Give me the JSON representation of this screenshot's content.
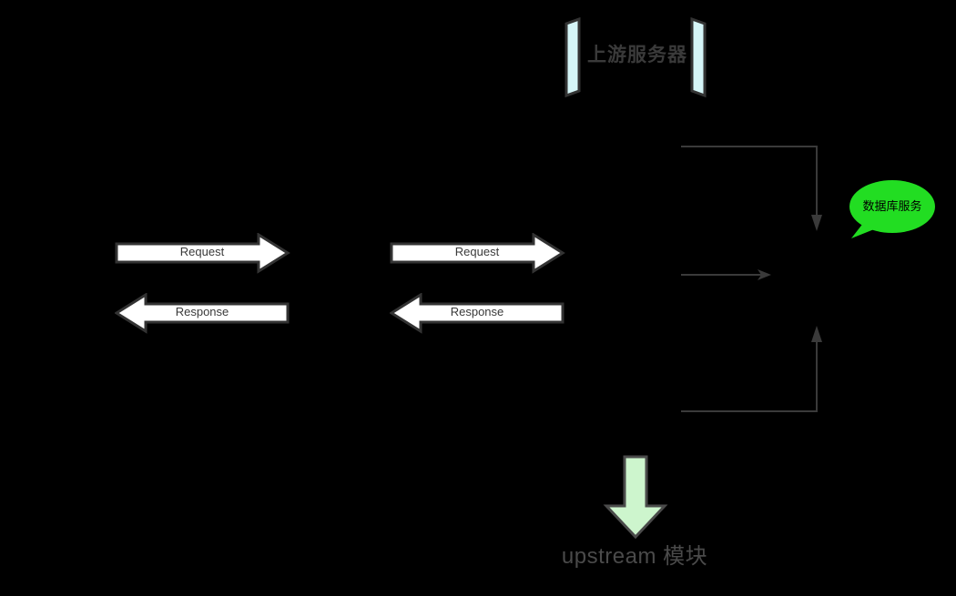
{
  "diagram": {
    "background_color": "#000000",
    "title_block": {
      "label": "上游服务器",
      "text_color": "#3a3a3a",
      "bracket_fill": "#d5f5f7",
      "bracket_stroke": "#333333"
    },
    "flows": [
      {
        "id": "client-proxy",
        "request_label": "Request",
        "response_label": "Response"
      },
      {
        "id": "proxy-upstream",
        "request_label": "Request",
        "response_label": "Response"
      }
    ],
    "arrow_style": {
      "fill": "#ffffff",
      "stroke": "#333333",
      "label_color": "#3a3a3a"
    },
    "database_bubble": {
      "label": "数据库服务",
      "fill": "#22dd22",
      "text_color": "#000000"
    },
    "connectors": {
      "color": "#3a3a3a",
      "top_elbow": "left-to-right-then-down",
      "middle_arrow": "left-to-right",
      "bottom_elbow": "left-to-right-then-up"
    },
    "module_arrow": {
      "direction": "down",
      "fill": "#cdf5cd",
      "stroke": "#4a4a4a"
    },
    "caption": {
      "label": "upstream 模块",
      "text_color": "#4a4a4a"
    }
  }
}
